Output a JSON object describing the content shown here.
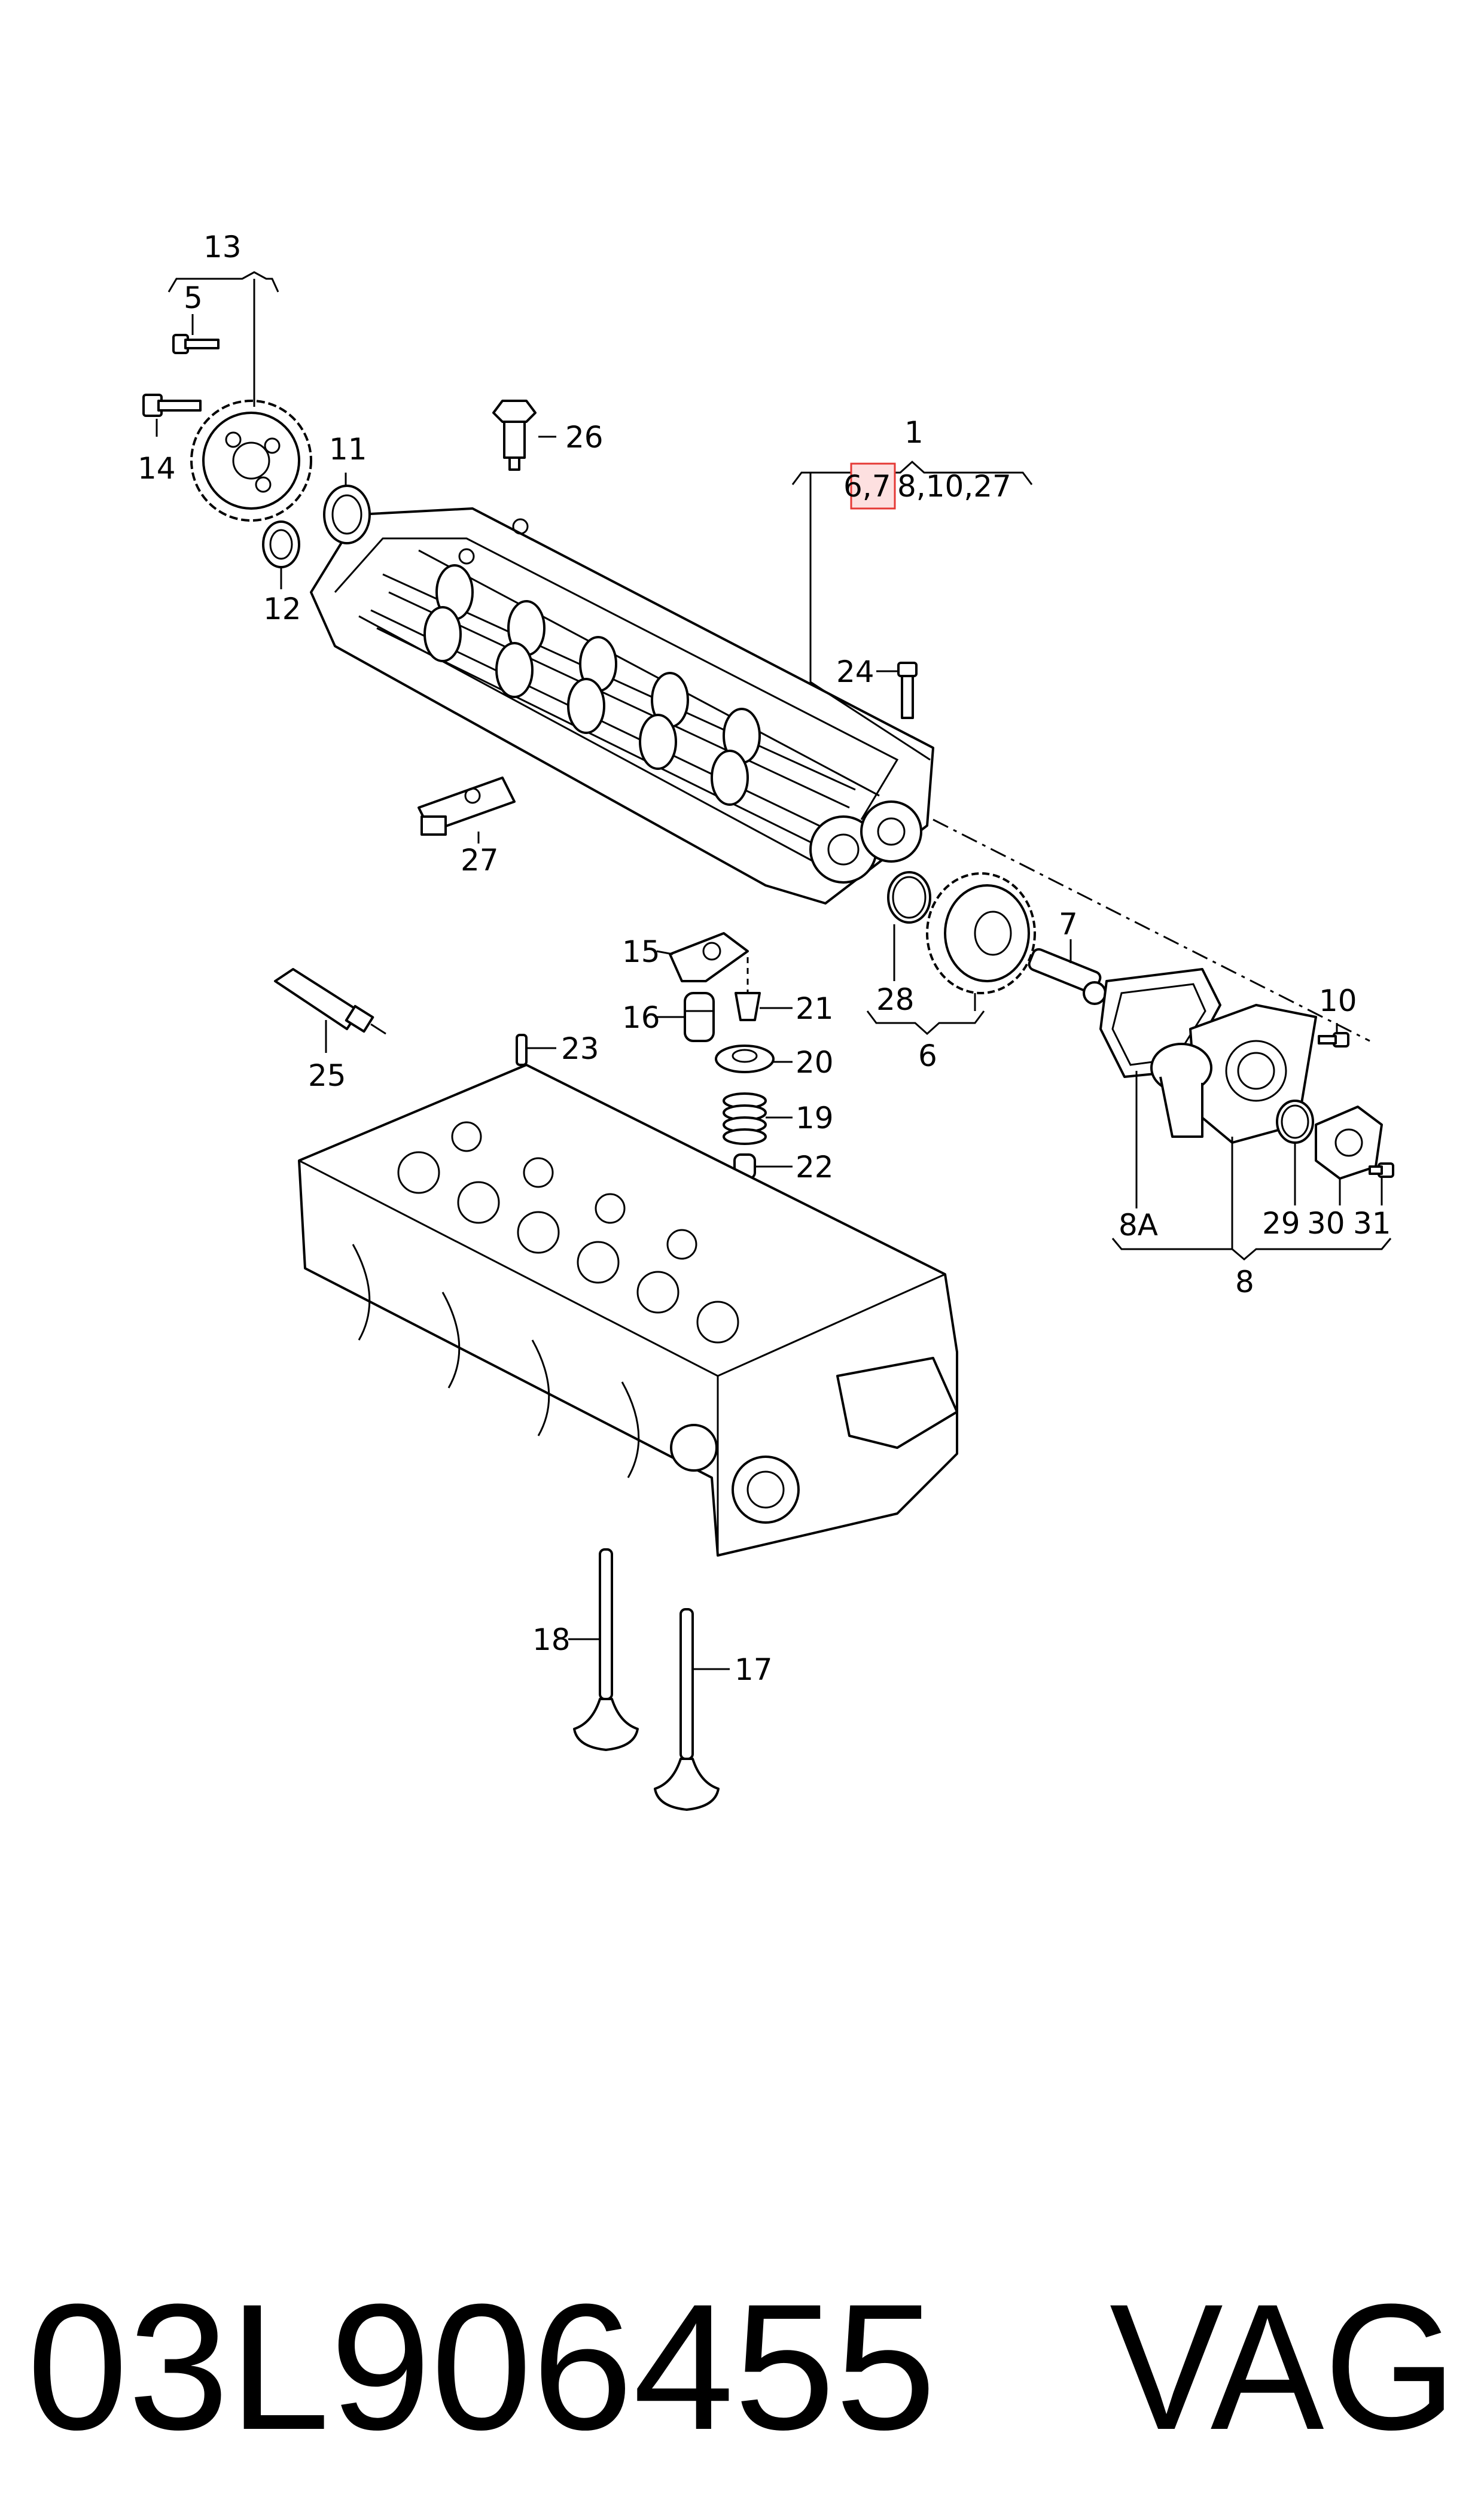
{
  "callouts": {
    "c1": "1",
    "c1_group": "8,10,27",
    "c1_highlight": "6,7",
    "c5": "5",
    "c6": "6",
    "c7": "7",
    "c8": "8",
    "c8a": "8A",
    "c10": "10",
    "c11": "11",
    "c12": "12",
    "c13": "13",
    "c14": "14",
    "c15": "15",
    "c16": "16",
    "c17": "17",
    "c18": "18",
    "c19": "19",
    "c20": "20",
    "c21": "21",
    "c22": "22",
    "c23": "23",
    "c24": "24",
    "c25": "25",
    "c26": "26",
    "c27": "27",
    "c28": "28",
    "c29": "29",
    "c30": "30",
    "c31": "31"
  },
  "footer": {
    "part_number": "03L906455",
    "brand": "VAG"
  },
  "colors": {
    "line": "#000000",
    "highlight": "#e53935",
    "highlight_fill": "#fde0e0"
  }
}
